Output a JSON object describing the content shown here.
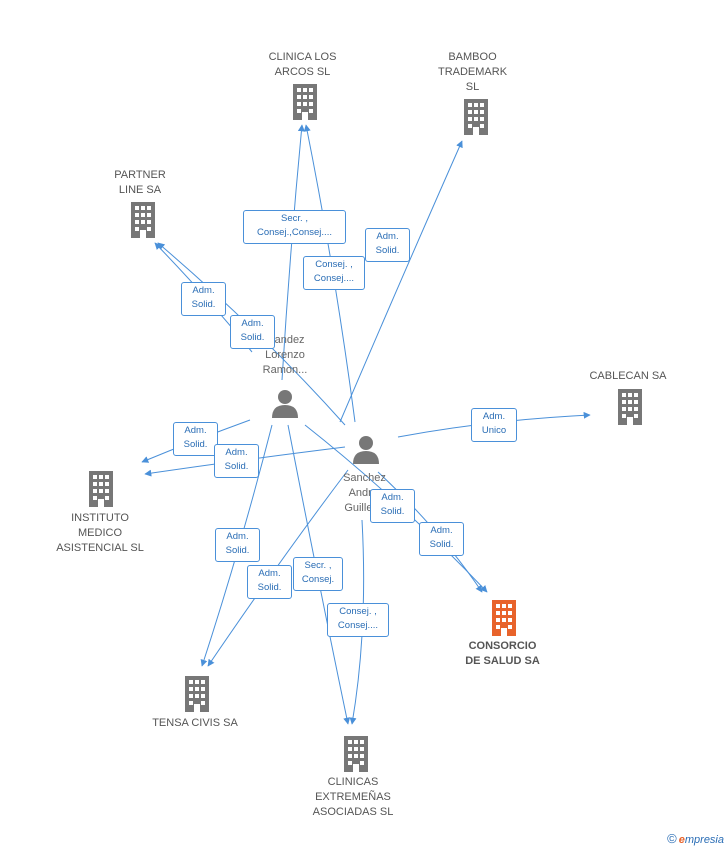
{
  "companies": [
    {
      "id": "clinica-los-arcos",
      "name": "CLINICA LOS\nARCOS SL",
      "focus": false
    },
    {
      "id": "bamboo-trademark",
      "name": "BAMBOO\nTRADEMARK\nSL",
      "focus": false
    },
    {
      "id": "partner-line",
      "name": "PARTNER\nLINE SA",
      "focus": false
    },
    {
      "id": "cablecan",
      "name": "CABLECAN SA",
      "focus": false
    },
    {
      "id": "instituto-medico",
      "name": "INSTITUTO\nMEDICO\nASISTENCIAL SL",
      "focus": false
    },
    {
      "id": "consorcio-salud",
      "name": "CONSORCIO\nDE SALUD SA",
      "focus": true
    },
    {
      "id": "tensa-civis",
      "name": "TENSA CIVIS SA",
      "focus": false
    },
    {
      "id": "clinicas-extremenas",
      "name": "CLINICAS\nEXTREMEÑAS\nASOCIADAS SL",
      "focus": false
    }
  ],
  "persons": [
    {
      "id": "fernandez",
      "name": "...andez\nLorenzo\nRamon..."
    },
    {
      "id": "sanchez",
      "name": "Sanchez\nAndr...\nGuiller..."
    }
  ],
  "edge_labels": [
    {
      "id": "e1",
      "text": "Secr. ,\nConsej.,Consej...."
    },
    {
      "id": "e2",
      "text": "Adm.\nSolid."
    },
    {
      "id": "e3",
      "text": "Consej. ,\nConsej...."
    },
    {
      "id": "e4",
      "text": "Adm.\nSolid."
    },
    {
      "id": "e5",
      "text": "Adm.\nSolid."
    },
    {
      "id": "e6",
      "text": "Adm.\nUnico"
    },
    {
      "id": "e7",
      "text": "Adm.\nSolid."
    },
    {
      "id": "e8",
      "text": "Adm.\nSolid."
    },
    {
      "id": "e9",
      "text": "Adm.\nSolid."
    },
    {
      "id": "e10",
      "text": "Adm.\nSolid."
    },
    {
      "id": "e11",
      "text": "Adm.\nSolid."
    },
    {
      "id": "e12",
      "text": "Adm.\nSolid."
    },
    {
      "id": "e13",
      "text": "Secr. ,\nConsej."
    },
    {
      "id": "e14",
      "text": "Consej. ,\nConsej...."
    }
  ],
  "colors": {
    "edge": "#4a90d9",
    "company_icon": "#777777",
    "focus_icon": "#e8632b",
    "person_icon": "#777777"
  },
  "footer": {
    "copyright_symbol": "©",
    "brand_initial": "e",
    "brand_rest": "mpresia"
  }
}
